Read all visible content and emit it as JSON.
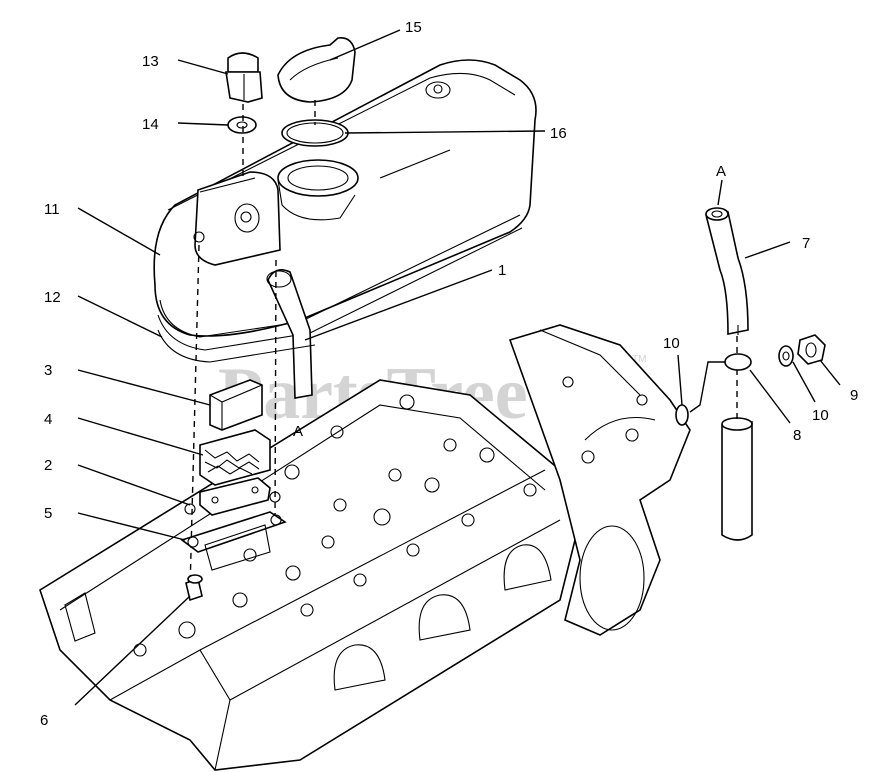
{
  "watermark": {
    "text": "PartsTree",
    "trademark": "TM"
  },
  "callouts": [
    {
      "id": "13",
      "text": "13"
    },
    {
      "id": "15",
      "text": "15"
    },
    {
      "id": "14",
      "text": "14"
    },
    {
      "id": "16",
      "text": "16"
    },
    {
      "id": "11",
      "text": "11"
    },
    {
      "id": "1",
      "text": "1"
    },
    {
      "id": "12",
      "text": "12"
    },
    {
      "id": "3",
      "text": "3"
    },
    {
      "id": "4",
      "text": "4"
    },
    {
      "id": "2",
      "text": "2"
    },
    {
      "id": "5",
      "text": "5"
    },
    {
      "id": "6",
      "text": "6"
    },
    {
      "id": "7",
      "text": "7"
    },
    {
      "id": "10a",
      "text": "10"
    },
    {
      "id": "9",
      "text": "9"
    },
    {
      "id": "10b",
      "text": "10"
    },
    {
      "id": "8",
      "text": "8"
    }
  ],
  "connection_marks": [
    {
      "id": "A-top",
      "text": "A"
    },
    {
      "id": "A-bottom",
      "text": "A"
    }
  ]
}
